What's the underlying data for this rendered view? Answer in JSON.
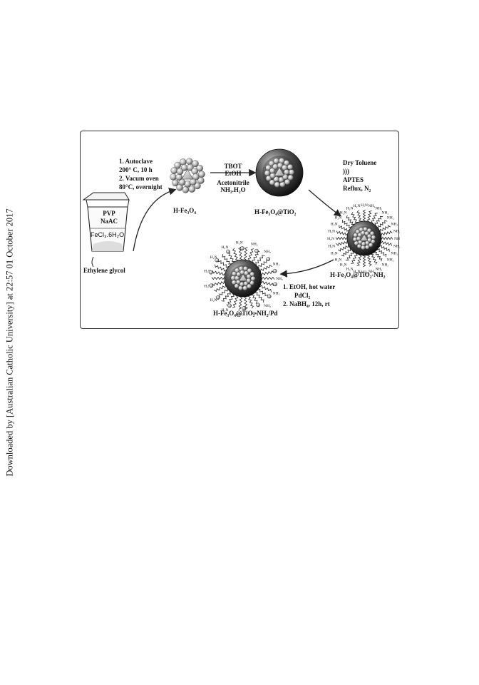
{
  "side_note": "Downloaded by [Australian Catholic University] at 22:57 01 October 2017",
  "diagram": {
    "beaker": {
      "lines": [
        "PVP",
        "NaAC",
        "FeCl₃.6H₂O"
      ],
      "caption": "Ethylene glycol"
    },
    "step1": {
      "lines": [
        "1. Autoclave",
        "200° C, 10 h",
        "2. Vacum oven",
        "80°C, overnight"
      ]
    },
    "step2": {
      "lines": [
        "TBOT",
        "EtOH",
        "Acetonitrile",
        "NH₃.H₂O"
      ]
    },
    "step3": {
      "lines": [
        "Dry Toluene",
        ")))",
        "APTES",
        "Reflux, N₂"
      ]
    },
    "step4": {
      "lines": [
        "1. EtOH, hot water",
        "PdCl₂",
        "2. NaBH₄, 12h, rt"
      ]
    },
    "products": {
      "p1": "H-Fe₃O₄",
      "p2": "H-Fe₃O₄@TiO₂",
      "p3": "H-Fe₃O₄@TiO₂-NH₂",
      "p4": "H-Fe₃O₄@TiO₂-NH₂/Pd"
    },
    "amine_labels": {
      "nh2": "NH₂",
      "h2n": "H₂N"
    }
  }
}
